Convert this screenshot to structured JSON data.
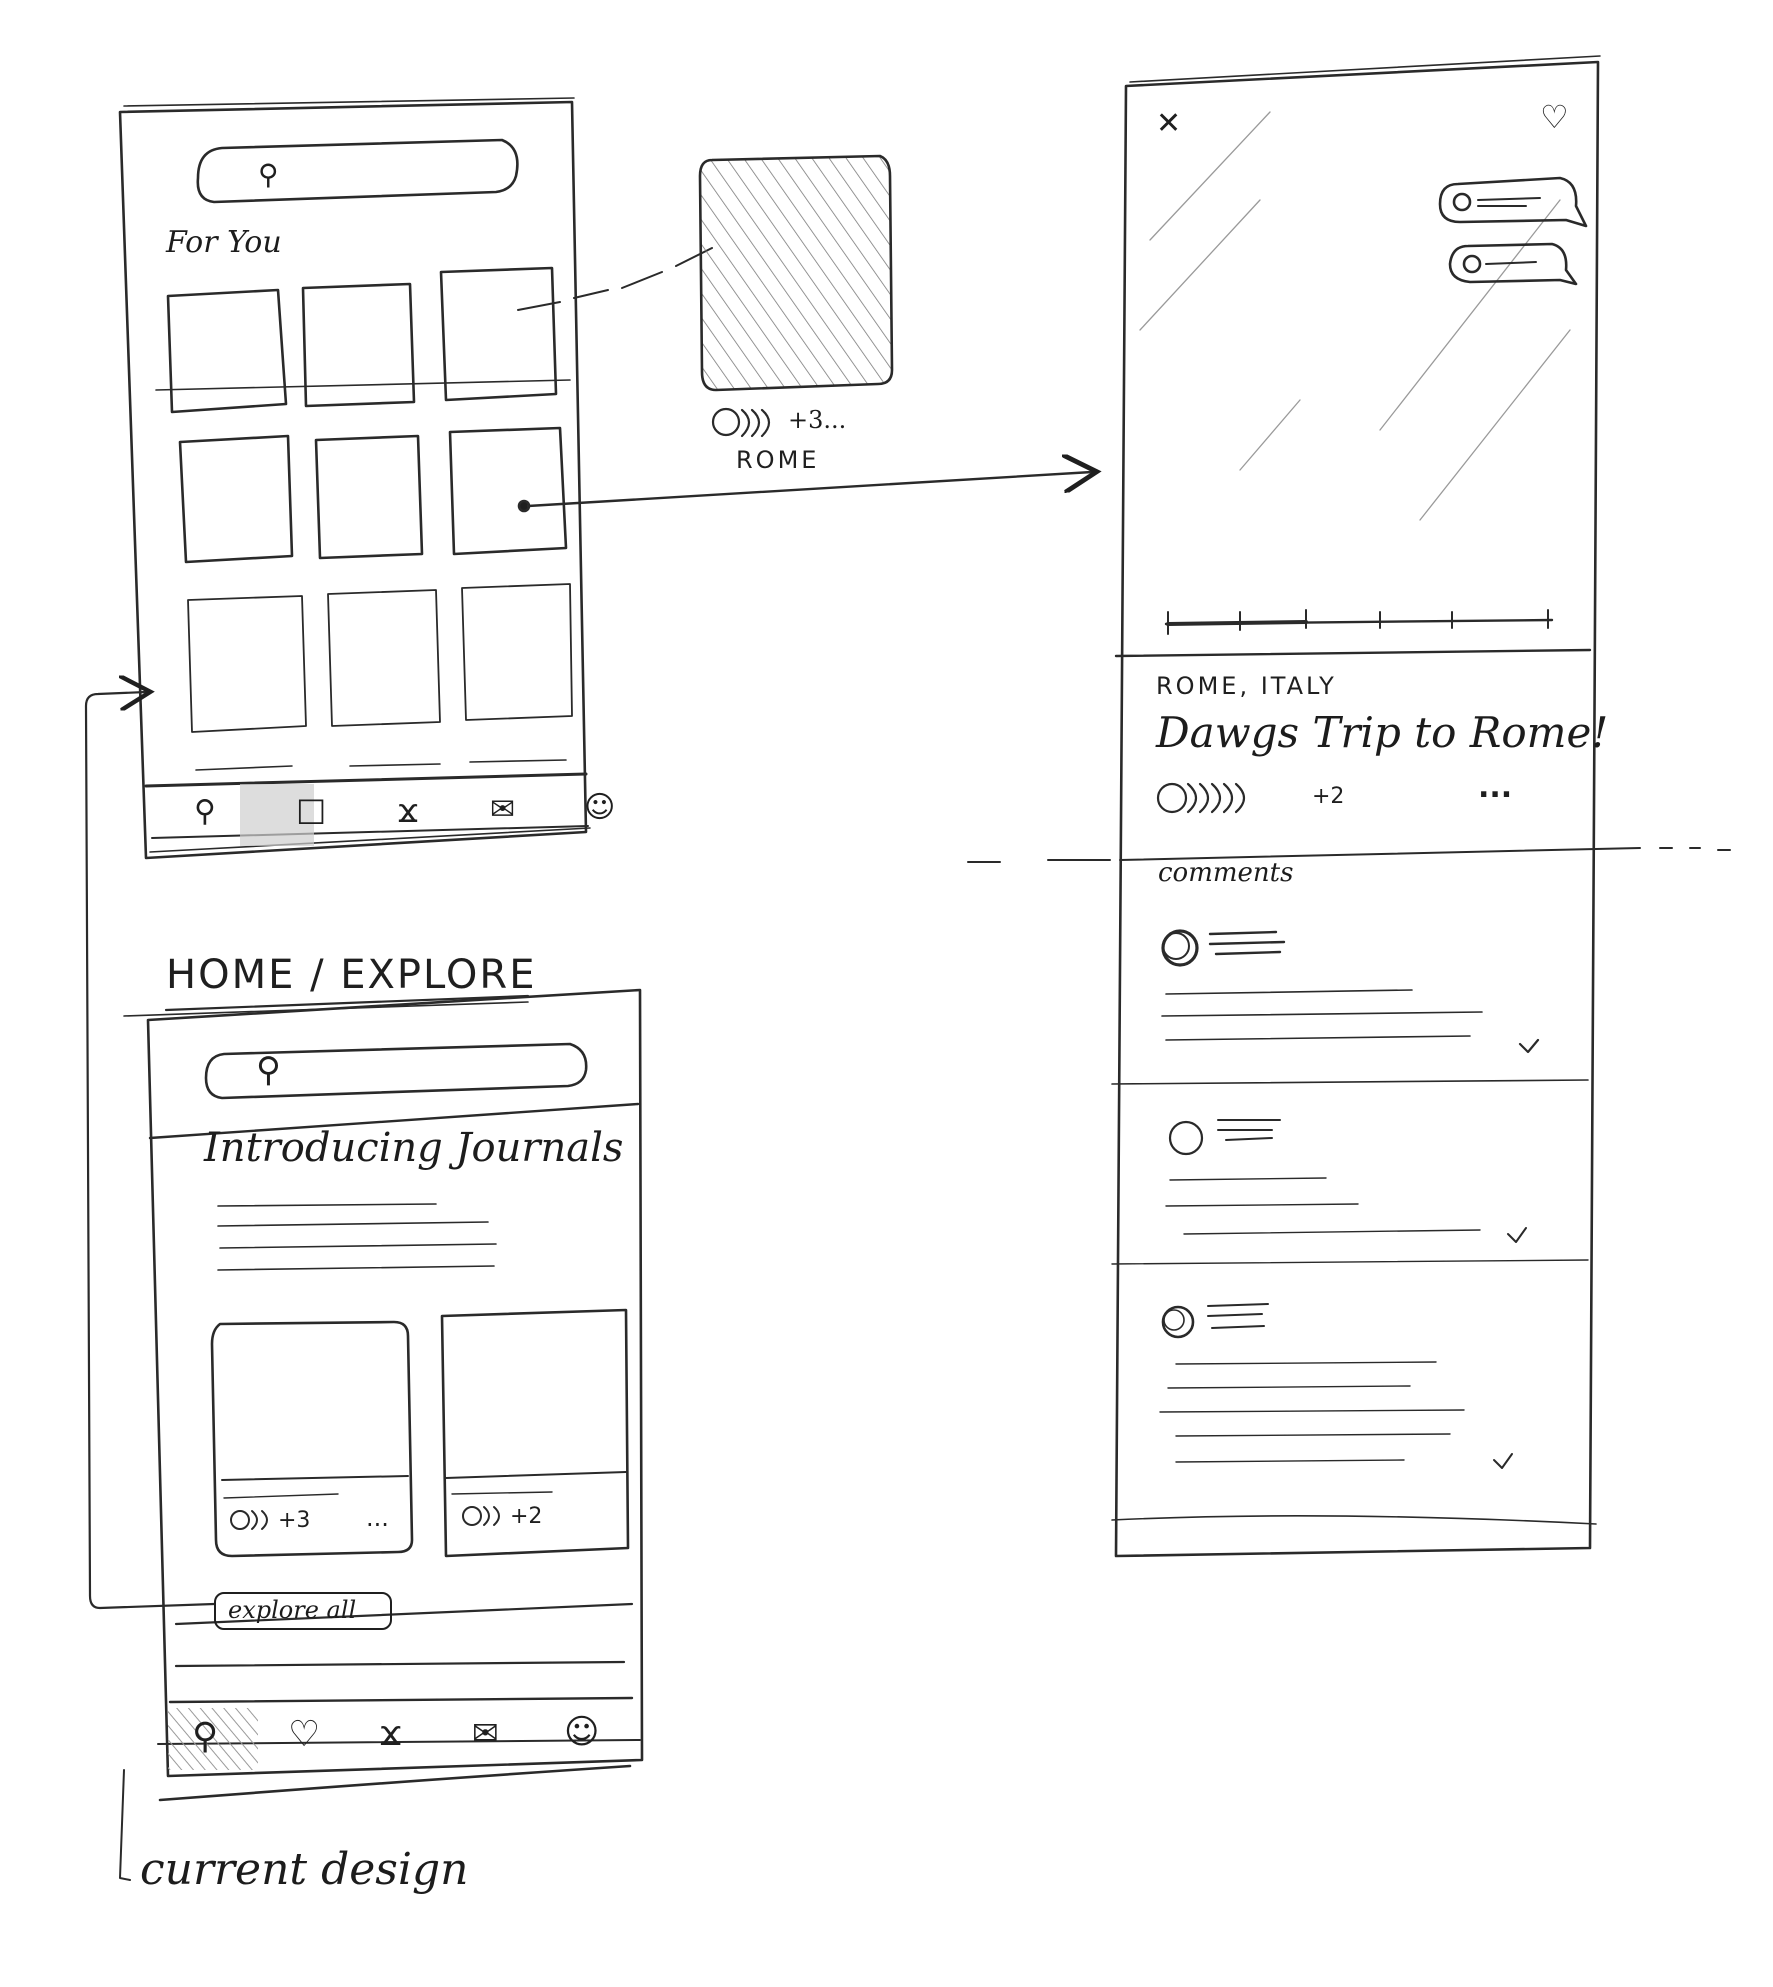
{
  "colors": {
    "ink": "#1f1f1f",
    "paper": "#ffffff",
    "active_tab": "#bfbfbf"
  },
  "screen_for_you": {
    "search_icon": "search-icon",
    "section_title": "For You",
    "tabbar_icons": [
      "search-icon",
      "journal-icon",
      "airbnb-logo-icon",
      "message-icon",
      "profile-icon"
    ],
    "active_tab_index": 1
  },
  "journal_preview_card": {
    "avatar_extra": "+3...",
    "location": "ROME"
  },
  "screen_journal_detail": {
    "close_icon": "close-icon",
    "like_icon": "heart-icon",
    "location": "ROME, ITALY",
    "title": "Dawgs Trip to Rome!",
    "avatar_extra": "+2",
    "more_label": "...",
    "comments_header": "comments",
    "expand_icon": "chevron-down-icon"
  },
  "screen_home_explore": {
    "screen_label": "HOME / EXPLORE",
    "search_icon": "search-icon",
    "banner_title": "Introducing Journals",
    "cards": [
      {
        "avatar_extra": "+3",
        "more_label": "..."
      },
      {
        "avatar_extra": "+2"
      }
    ],
    "explore_button": "explore all",
    "tabbar_icons": [
      "search-icon",
      "heart-icon",
      "airbnb-logo-icon",
      "message-icon",
      "profile-icon"
    ],
    "active_tab_index": 0
  },
  "footnote": "current design"
}
